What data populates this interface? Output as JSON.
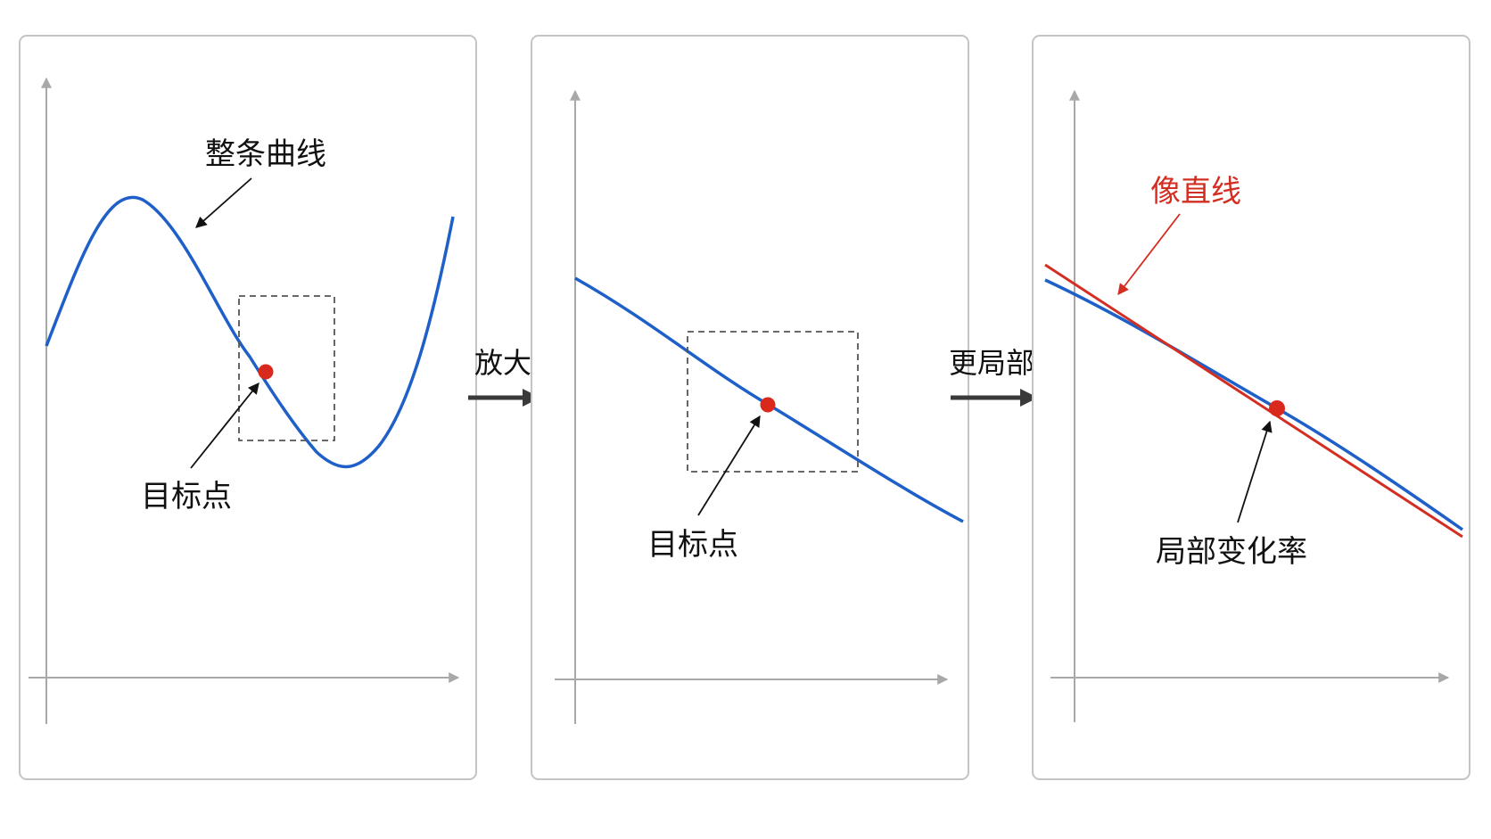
{
  "panels": [
    {
      "label_curve": "整条曲线",
      "label_point": "目标点"
    },
    {
      "label_point": "目标点"
    },
    {
      "label_line": "像直线",
      "label_point": "局部变化率"
    }
  ],
  "transitions": [
    {
      "label": "放大"
    },
    {
      "label": "更局部"
    }
  ],
  "colors": {
    "curve": "#1e5fc8",
    "tangent": "#d42e22",
    "point": "#d9281c",
    "panel_border": "#c4c4c4",
    "axis": "#a8a8a8",
    "dashed_box": "#555555",
    "arrow": "#111111",
    "transition_arrow": "#3a3a3a"
  }
}
